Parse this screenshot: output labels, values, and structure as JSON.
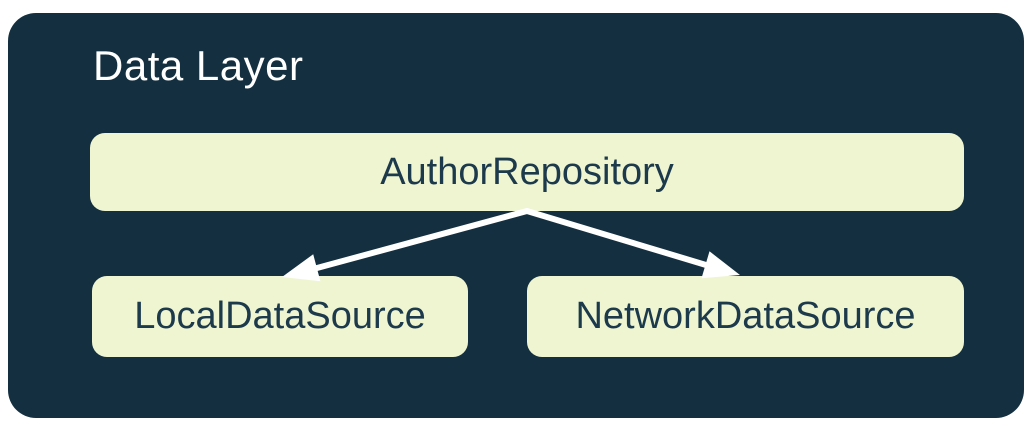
{
  "diagram": {
    "title": "Data Layer",
    "nodes": [
      {
        "id": "repository",
        "label": "AuthorRepository"
      },
      {
        "id": "local",
        "label": "LocalDataSource"
      },
      {
        "id": "network",
        "label": "NetworkDataSource"
      }
    ],
    "edges": [
      {
        "from": "AuthorRepository",
        "to": "LocalDataSource"
      },
      {
        "from": "AuthorRepository",
        "to": "NetworkDataSource"
      }
    ],
    "colors": {
      "page_background": "#ffffff",
      "panel_background": "#143040",
      "node_background": "#EFF5D1",
      "node_text": "#1C3A4B",
      "title_text": "#ffffff",
      "arrow": "#ffffff"
    }
  }
}
